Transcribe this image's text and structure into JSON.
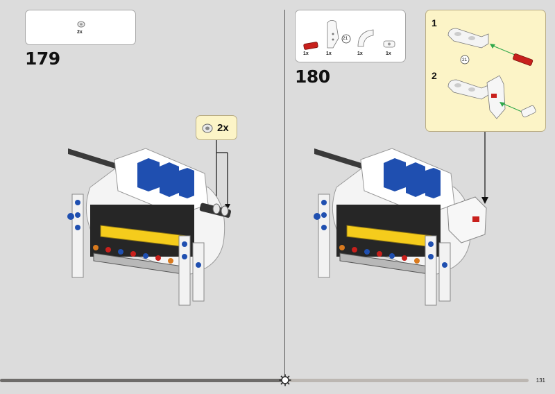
{
  "left_step": {
    "number": "179",
    "parts": [
      {
        "qty": "2x",
        "part": "bush"
      }
    ],
    "callout": {
      "qty": "2x"
    }
  },
  "right_step": {
    "number": "180",
    "parts": [
      {
        "qty": "1x",
        "part": "red-axle-pin",
        "color": "#c8201c"
      },
      {
        "qty": "1x",
        "part": "white-panel-21",
        "label": "21"
      },
      {
        "qty": "1x",
        "part": "white-curved-panel"
      },
      {
        "qty": "1x",
        "part": "white-connector"
      }
    ],
    "sub_steps": [
      {
        "number": "1",
        "ref_label": "21"
      },
      {
        "number": "2"
      }
    ]
  },
  "colors": {
    "background": "#dcdcdc",
    "callout_bg": "#fcf4c7",
    "lego_blue": "#1f4fb0",
    "lego_yellow": "#f5cc1c",
    "lego_red": "#c8201c",
    "lego_orange": "#d97a1e",
    "lego_black": "#2a2a2a"
  },
  "progress": {
    "fraction": 0.54
  },
  "page_number": "131"
}
